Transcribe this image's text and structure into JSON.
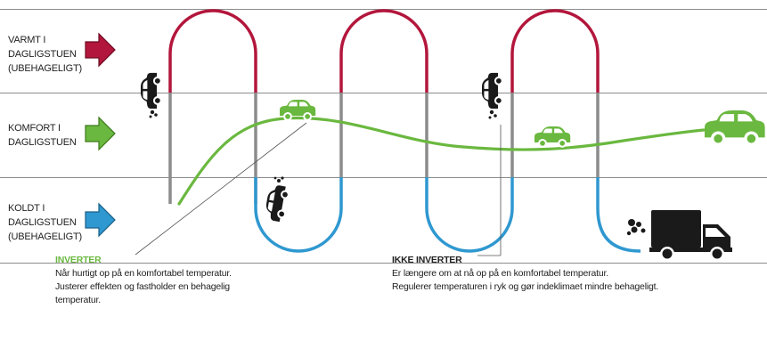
{
  "zones": {
    "warm": {
      "label": "VARMT I\nDAGLIGSTUEN\n(UBEHAGELIGT)"
    },
    "comfort": {
      "label": "KOMFORT I\nDAGLIGSTUEN"
    },
    "cold": {
      "label": "KOLDT I\nDAGLIGSTUEN\n(UBEHAGELIGT)"
    }
  },
  "notes": {
    "inverter": {
      "title": "INVERTER",
      "lines": [
        "Når hurtigt op på en komfortabel temperatur.",
        "Justerer effekten og fastholder en behagelig",
        "temperatur."
      ]
    },
    "non_inverter": {
      "title": "IKKE INVERTER",
      "lines": [
        "Er længere om at nå op på en komfortabel temperatur.",
        "Regulerer temperaturen i ryk og gør indeklimaet mindre behageligt."
      ]
    }
  },
  "colors": {
    "warm": "#b3163c",
    "comfort": "#6ab83f",
    "cold": "#2f98d0",
    "inverter_title": "#6ab83f",
    "divider": "#8c8c8c",
    "vehicle_dark": "#1a1a1a"
  },
  "icons": [
    "arrow-right-icon",
    "car-icon",
    "truck-icon",
    "smoke-icon"
  ]
}
